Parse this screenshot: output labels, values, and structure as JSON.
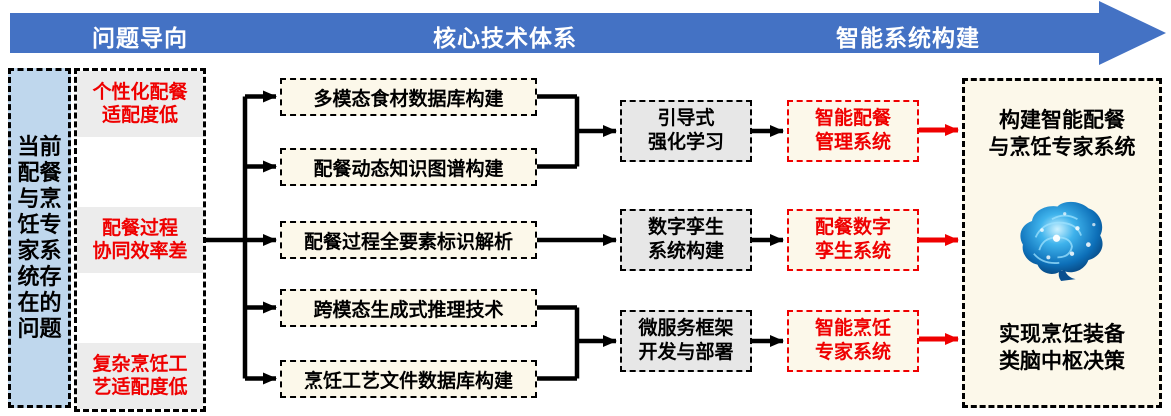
{
  "banner": {
    "items": [
      {
        "label": "问题导向"
      },
      {
        "label": "核心技术体系"
      },
      {
        "label": "智能系统构建"
      }
    ],
    "color": "#4472C4"
  },
  "problem_source": {
    "text": "当前配餐与烹饪专家系统存在的问题",
    "lines": [
      "当前",
      "配餐",
      "与烹",
      "饪专",
      "家系",
      "统存",
      "在的",
      "问题"
    ]
  },
  "problems": [
    {
      "lines": [
        "个性化配餐",
        "适配度低"
      ]
    },
    {
      "lines": [
        "配餐过程",
        "协同效率差"
      ]
    },
    {
      "lines": [
        "复杂烹饪工",
        "艺适配度低"
      ]
    }
  ],
  "technologies": [
    {
      "label": "多模态食材数据库构建"
    },
    {
      "label": "配餐动态知识图谱构建"
    },
    {
      "label": "配餐过程全要素标识解析"
    },
    {
      "label": "跨模态生成式推理技术"
    },
    {
      "label": "烹饪工艺文件数据库构建"
    }
  ],
  "methods": [
    {
      "lines": [
        "引导式",
        "强化学习"
      ]
    },
    {
      "lines": [
        "数字孪生",
        "系统构建"
      ]
    },
    {
      "lines": [
        "微服务框架",
        "开发与部署"
      ]
    }
  ],
  "systems": [
    {
      "lines": [
        "智能配餐",
        "管理系统"
      ]
    },
    {
      "lines": [
        "配餐数字",
        "孪生系统"
      ]
    },
    {
      "lines": [
        "智能烹饪",
        "专家系统"
      ]
    }
  ],
  "goal": {
    "top_lines": [
      "构建智能配餐",
      "与烹饪专家系统"
    ],
    "bottom_lines": [
      "实现烹饪装备",
      "类脑中枢决策"
    ],
    "image": "digital-brain"
  },
  "colors": {
    "banner_blue": "#4472C4",
    "source_blue": "#BFD7ED",
    "cream": "#FCF8EA",
    "gray": "#E7E7E7",
    "accent_red": "#EF0000"
  }
}
